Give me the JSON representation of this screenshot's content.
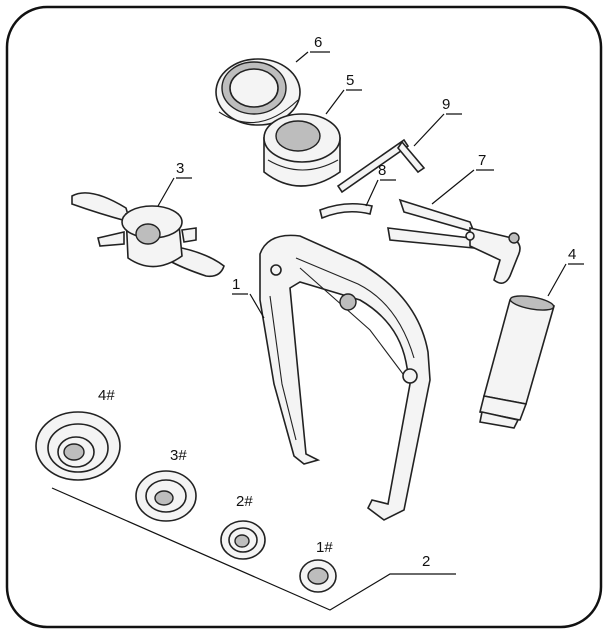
{
  "callouts": {
    "c1": "1",
    "c2": "2",
    "c3": "3",
    "c4": "4",
    "c5": "5",
    "c6": "6",
    "c7": "7",
    "c8": "8",
    "c9": "9"
  },
  "cone_labels": {
    "cone1": "1#",
    "cone2": "2#",
    "cone3": "3#",
    "cone4": "4#"
  }
}
